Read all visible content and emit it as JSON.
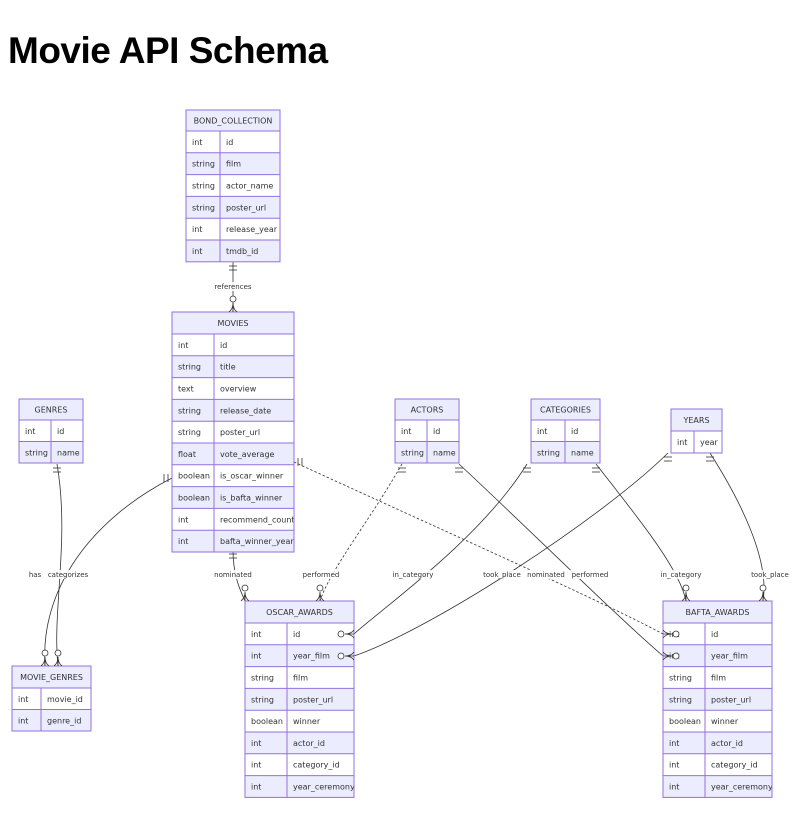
{
  "title": "Movie API Schema",
  "entities": [
    {
      "name": "BOND_COLLECTION",
      "attributes": [
        [
          "int",
          "id"
        ],
        [
          "string",
          "film"
        ],
        [
          "string",
          "actor_name"
        ],
        [
          "string",
          "poster_url"
        ],
        [
          "int",
          "release_year"
        ],
        [
          "int",
          "tmdb_id"
        ]
      ]
    },
    {
      "name": "MOVIES",
      "attributes": [
        [
          "int",
          "id"
        ],
        [
          "string",
          "title"
        ],
        [
          "text",
          "overview"
        ],
        [
          "string",
          "release_date"
        ],
        [
          "string",
          "poster_url"
        ],
        [
          "float",
          "vote_average"
        ],
        [
          "boolean",
          "is_oscar_winner"
        ],
        [
          "boolean",
          "is_bafta_winner"
        ],
        [
          "int",
          "recommend_count"
        ],
        [
          "int",
          "bafta_winner_year"
        ]
      ]
    },
    {
      "name": "GENRES",
      "attributes": [
        [
          "int",
          "id"
        ],
        [
          "string",
          "name"
        ]
      ]
    },
    {
      "name": "ACTORS",
      "attributes": [
        [
          "int",
          "id"
        ],
        [
          "string",
          "name"
        ]
      ]
    },
    {
      "name": "CATEGORIES",
      "attributes": [
        [
          "int",
          "id"
        ],
        [
          "string",
          "name"
        ]
      ]
    },
    {
      "name": "YEARS",
      "attributes": [
        [
          "int",
          "year"
        ]
      ]
    },
    {
      "name": "MOVIE_GENRES",
      "attributes": [
        [
          "int",
          "movie_id"
        ],
        [
          "int",
          "genre_id"
        ]
      ]
    },
    {
      "name": "OSCAR_AWARDS",
      "attributes": [
        [
          "int",
          "id"
        ],
        [
          "int",
          "year_film"
        ],
        [
          "string",
          "film"
        ],
        [
          "string",
          "poster_url"
        ],
        [
          "boolean",
          "winner"
        ],
        [
          "int",
          "actor_id"
        ],
        [
          "int",
          "category_id"
        ],
        [
          "int",
          "year_ceremony"
        ]
      ]
    },
    {
      "name": "BAFTA_AWARDS",
      "attributes": [
        [
          "int",
          "id"
        ],
        [
          "int",
          "year_film"
        ],
        [
          "string",
          "film"
        ],
        [
          "string",
          "poster_url"
        ],
        [
          "boolean",
          "winner"
        ],
        [
          "int",
          "actor_id"
        ],
        [
          "int",
          "category_id"
        ],
        [
          "int",
          "year_ceremony"
        ]
      ]
    }
  ],
  "relationships": [
    {
      "from": "BOND_COLLECTION",
      "to": "MOVIES",
      "label": "references",
      "from_card": "exactly-one",
      "to_card": "zero-or-more",
      "identifying": true
    },
    {
      "from": "MOVIES",
      "to": "MOVIE_GENRES",
      "label": "has",
      "from_card": "exactly-one",
      "to_card": "zero-or-more",
      "identifying": true
    },
    {
      "from": "GENRES",
      "to": "MOVIE_GENRES",
      "label": "categorizes",
      "from_card": "exactly-one",
      "to_card": "zero-or-more",
      "identifying": true
    },
    {
      "from": "MOVIES",
      "to": "OSCAR_AWARDS",
      "label": "nominated",
      "from_card": "exactly-one",
      "to_card": "zero-or-more",
      "identifying": true
    },
    {
      "from": "ACTORS",
      "to": "OSCAR_AWARDS",
      "label": "performed",
      "from_card": "exactly-one",
      "to_card": "zero-or-more",
      "identifying": false
    },
    {
      "from": "CATEGORIES",
      "to": "OSCAR_AWARDS",
      "label": "in_category",
      "from_card": "exactly-one",
      "to_card": "zero-or-more",
      "identifying": true
    },
    {
      "from": "YEARS",
      "to": "OSCAR_AWARDS",
      "label": "took_place",
      "from_card": "exactly-one",
      "to_card": "zero-or-more",
      "identifying": true
    },
    {
      "from": "MOVIES",
      "to": "BAFTA_AWARDS",
      "label": "nominated",
      "from_card": "exactly-one",
      "to_card": "zero-or-more",
      "identifying": false
    },
    {
      "from": "ACTORS",
      "to": "BAFTA_AWARDS",
      "label": "performed",
      "from_card": "exactly-one",
      "to_card": "zero-or-more",
      "identifying": true
    },
    {
      "from": "CATEGORIES",
      "to": "BAFTA_AWARDS",
      "label": "in_category",
      "from_card": "exactly-one",
      "to_card": "zero-or-more",
      "identifying": true
    },
    {
      "from": "YEARS",
      "to": "BAFTA_AWARDS",
      "label": "took_place",
      "from_card": "exactly-one",
      "to_card": "zero-or-more",
      "identifying": true
    }
  ],
  "colors": {
    "entity_border": "#9370DB",
    "header_fill": "#ECECFF",
    "row_alt_fill": "#ECECFF",
    "line": "#333333"
  }
}
